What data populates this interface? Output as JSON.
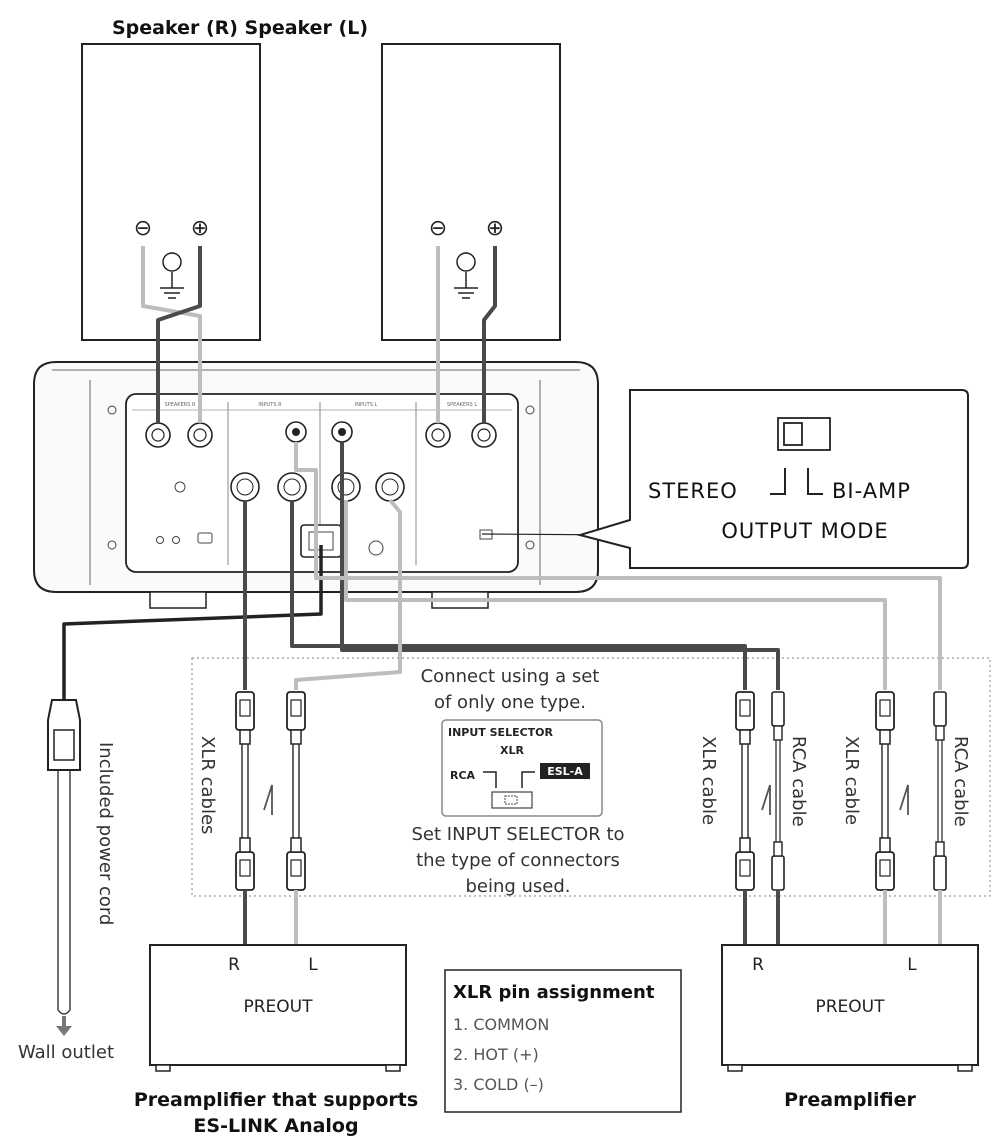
{
  "speakers": {
    "title": "Speaker (R) Speaker (L)",
    "terminal_minus": "⊖",
    "terminal_plus": "⊕"
  },
  "output_mode": {
    "left_label": "STEREO",
    "right_label": "BI-AMP",
    "title": "OUTPUT MODE"
  },
  "instructions": {
    "line1": "Connect using a set",
    "line2": "of only one type.",
    "line3": "Set INPUT SELECTOR to",
    "line4": "the type of connectors",
    "line5": "being used."
  },
  "input_selector": {
    "title": "INPUT SELECTOR",
    "xlr": "XLR",
    "rca": "RCA",
    "esl": "ESL-A"
  },
  "cables": {
    "xlr_cables": "XLR cables",
    "xlr_cable": "XLR cable",
    "rca_cable": "RCA cable",
    "power_cord": "Included power cord",
    "wall_outlet": "Wall outlet"
  },
  "preamp_left": {
    "r": "R",
    "l": "L",
    "label": "PREOUT",
    "caption_line1": "Preamplifier that supports",
    "caption_line2": "ES-LINK Analog"
  },
  "preamp_right": {
    "r": "R",
    "l": "L",
    "label": "PREOUT",
    "caption": "Preamplifier"
  },
  "xlr_pins": {
    "title": "XLR pin assignment",
    "pin1": "1. COMMON",
    "pin2": "2. HOT (+)",
    "pin3": "3. COLD (–)"
  },
  "colors": {
    "dark_cable": "#4a4a4a",
    "light_cable": "#bdbdbd",
    "outline": "#222222"
  }
}
